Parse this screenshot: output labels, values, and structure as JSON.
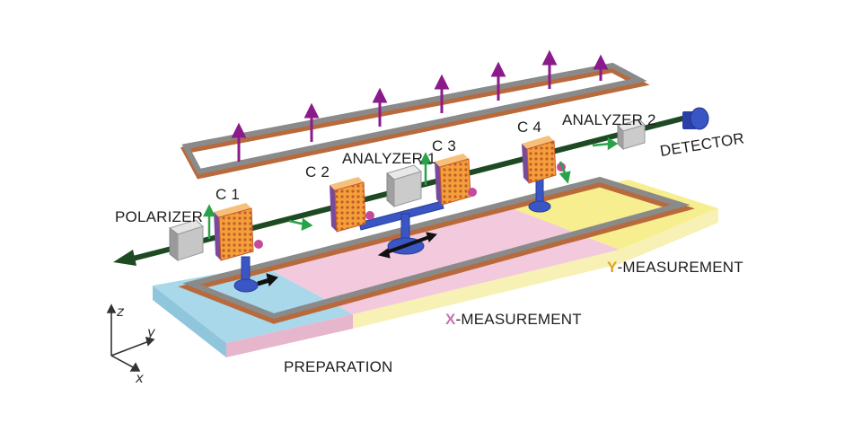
{
  "labels": {
    "polarizer": "POLARIZER",
    "c1": "C 1",
    "c2": "C 2",
    "analyzer1": "ANALYZER 1",
    "c3": "C 3",
    "c4": "C 4",
    "analyzer2": "ANALYZER 2",
    "detector": "DETECTOR",
    "preparation": "PREPARATION",
    "x_measurement_letter": "X",
    "x_measurement_rest": "-MEASUREMENT",
    "y_measurement_letter": "Y",
    "y_measurement_rest": "-MEASUREMENT"
  },
  "axes": {
    "z": "z",
    "y": "y",
    "x": "x"
  },
  "colors": {
    "preparation_zone": "#a9d8ea",
    "x_zone": "#f2c9dd",
    "y_zone": "#f7ef8f",
    "x_letter": "#c874b0",
    "y_letter": "#e0a21e",
    "beam": "#1d4a22",
    "crystal": "#f3a03a",
    "rail": "#8a8a8a",
    "rail_copper": "#b86a3c",
    "mount": "#3a55c4",
    "field_arrow": "#8b1a8b",
    "spin_arrow": "#2aa24a"
  }
}
